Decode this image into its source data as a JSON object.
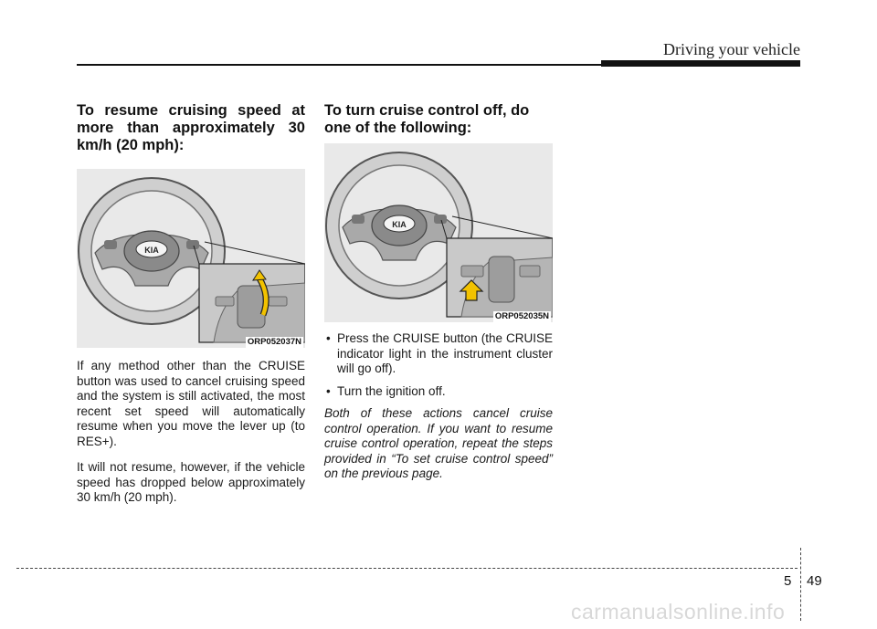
{
  "header": {
    "section_title": "Driving your vehicle"
  },
  "left": {
    "heading": "To resume cruising speed at more than approximately 30 km/h (20 mph):",
    "figure_code": "ORP052037N",
    "paragraphs": [
      "If any method other than the CRUISE button was used to cancel cruising speed and the system is still activated, the most recent set speed will automatically resume when you move the lever up (to RES+).",
      "It will not resume, however, if the vehicle speed has dropped below approximately 30 km/h (20 mph)."
    ]
  },
  "right": {
    "heading": "To turn cruise control off, do one of the following:",
    "figure_code": "ORP052035N",
    "bullet_glyph": "•",
    "bullets": [
      "Press the CRUISE button (the CRUISE indicator light in the instrument cluster will go off).",
      "Turn the ignition off."
    ],
    "note": "Both of these actions cancel cruise control operation. If you want to resume cruise control operation, repeat the steps provided in “To set cruise control speed” on the previous page."
  },
  "footer": {
    "chapter": "5",
    "page": "49"
  },
  "watermark": "carmanualsonline.info",
  "colors": {
    "arrow_yellow": "#f2c200",
    "figure_bg": "#e9e9e9"
  }
}
